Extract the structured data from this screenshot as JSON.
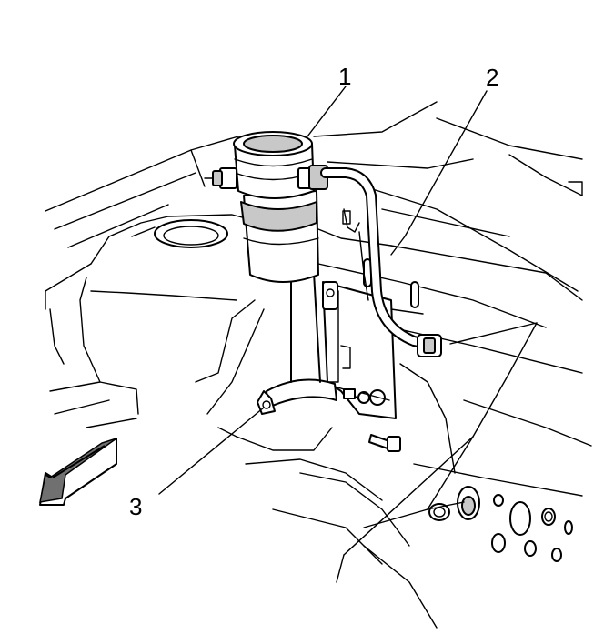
{
  "callouts": [
    {
      "id": "1",
      "label": "1"
    },
    {
      "id": "2",
      "label": "2"
    },
    {
      "id": "3",
      "label": "3"
    }
  ],
  "colors": {
    "line": "#000000",
    "shade": "#c8c8c8",
    "dark": "#707070",
    "background": "#ffffff"
  },
  "icons": [
    "front-of-vehicle-arrow-icon"
  ]
}
